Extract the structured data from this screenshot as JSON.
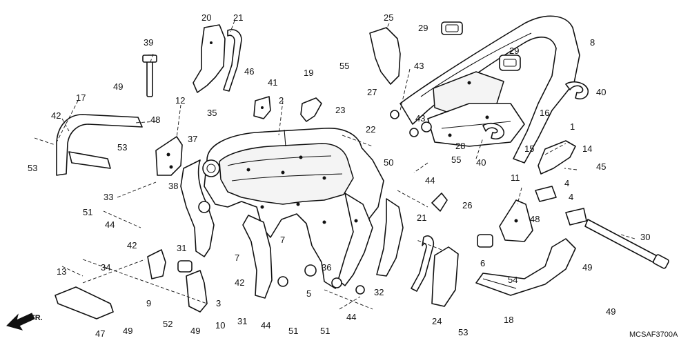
{
  "diagram_code": "MCSAF3700A",
  "direction_label": "FR.",
  "callouts": [
    {
      "id": "2",
      "label": "2"
    },
    {
      "id": "3",
      "label": "3"
    },
    {
      "id": "4a",
      "label": "4"
    },
    {
      "id": "4b",
      "label": "4"
    },
    {
      "id": "5",
      "label": "5"
    },
    {
      "id": "6",
      "label": "6"
    },
    {
      "id": "7a",
      "label": "7"
    },
    {
      "id": "7b",
      "label": "7"
    },
    {
      "id": "8",
      "label": "8"
    },
    {
      "id": "9",
      "label": "9"
    },
    {
      "id": "10",
      "label": "10"
    },
    {
      "id": "11",
      "label": "11"
    },
    {
      "id": "12",
      "label": "12"
    },
    {
      "id": "13",
      "label": "13"
    },
    {
      "id": "14",
      "label": "14"
    },
    {
      "id": "15",
      "label": "15"
    },
    {
      "id": "16",
      "label": "16"
    },
    {
      "id": "17",
      "label": "17"
    },
    {
      "id": "18",
      "label": "18"
    },
    {
      "id": "19",
      "label": "19"
    },
    {
      "id": "20",
      "label": "20"
    },
    {
      "id": "21a",
      "label": "21"
    },
    {
      "id": "21b",
      "label": "21"
    },
    {
      "id": "22",
      "label": "22"
    },
    {
      "id": "23",
      "label": "23"
    },
    {
      "id": "24",
      "label": "24"
    },
    {
      "id": "25",
      "label": "25"
    },
    {
      "id": "26",
      "label": "26"
    },
    {
      "id": "27",
      "label": "27"
    },
    {
      "id": "28",
      "label": "28"
    },
    {
      "id": "29a",
      "label": "29"
    },
    {
      "id": "29b",
      "label": "29"
    },
    {
      "id": "30",
      "label": "30"
    },
    {
      "id": "31a",
      "label": "31"
    },
    {
      "id": "31b",
      "label": "31"
    },
    {
      "id": "32",
      "label": "32"
    },
    {
      "id": "33",
      "label": "33"
    },
    {
      "id": "34",
      "label": "34"
    },
    {
      "id": "35",
      "label": "35"
    },
    {
      "id": "36",
      "label": "36"
    },
    {
      "id": "37",
      "label": "37"
    },
    {
      "id": "38",
      "label": "38"
    },
    {
      "id": "39",
      "label": "39"
    },
    {
      "id": "1",
      "label": "1"
    },
    {
      "id": "40a",
      "label": "40"
    },
    {
      "id": "40b",
      "label": "40"
    },
    {
      "id": "41",
      "label": "41"
    },
    {
      "id": "42a",
      "label": "42"
    },
    {
      "id": "42b",
      "label": "42"
    },
    {
      "id": "42c",
      "label": "42"
    },
    {
      "id": "43a",
      "label": "43"
    },
    {
      "id": "43b",
      "label": "43"
    },
    {
      "id": "44a",
      "label": "44"
    },
    {
      "id": "44b",
      "label": "44"
    },
    {
      "id": "44c",
      "label": "44"
    },
    {
      "id": "44d",
      "label": "44"
    },
    {
      "id": "45",
      "label": "45"
    },
    {
      "id": "46",
      "label": "46"
    },
    {
      "id": "47",
      "label": "47"
    },
    {
      "id": "48a",
      "label": "48"
    },
    {
      "id": "48b",
      "label": "48"
    },
    {
      "id": "49a",
      "label": "49"
    },
    {
      "id": "49b",
      "label": "49"
    },
    {
      "id": "49c",
      "label": "49"
    },
    {
      "id": "49d",
      "label": "49"
    },
    {
      "id": "49e",
      "label": "49"
    },
    {
      "id": "50",
      "label": "50"
    },
    {
      "id": "51a",
      "label": "51"
    },
    {
      "id": "51b",
      "label": "51"
    },
    {
      "id": "51c",
      "label": "51"
    },
    {
      "id": "52",
      "label": "52"
    },
    {
      "id": "53a",
      "label": "53"
    },
    {
      "id": "53b",
      "label": "53"
    },
    {
      "id": "53c",
      "label": "53"
    },
    {
      "id": "54",
      "label": "54"
    },
    {
      "id": "55a",
      "label": "55"
    },
    {
      "id": "55b",
      "label": "55"
    }
  ]
}
